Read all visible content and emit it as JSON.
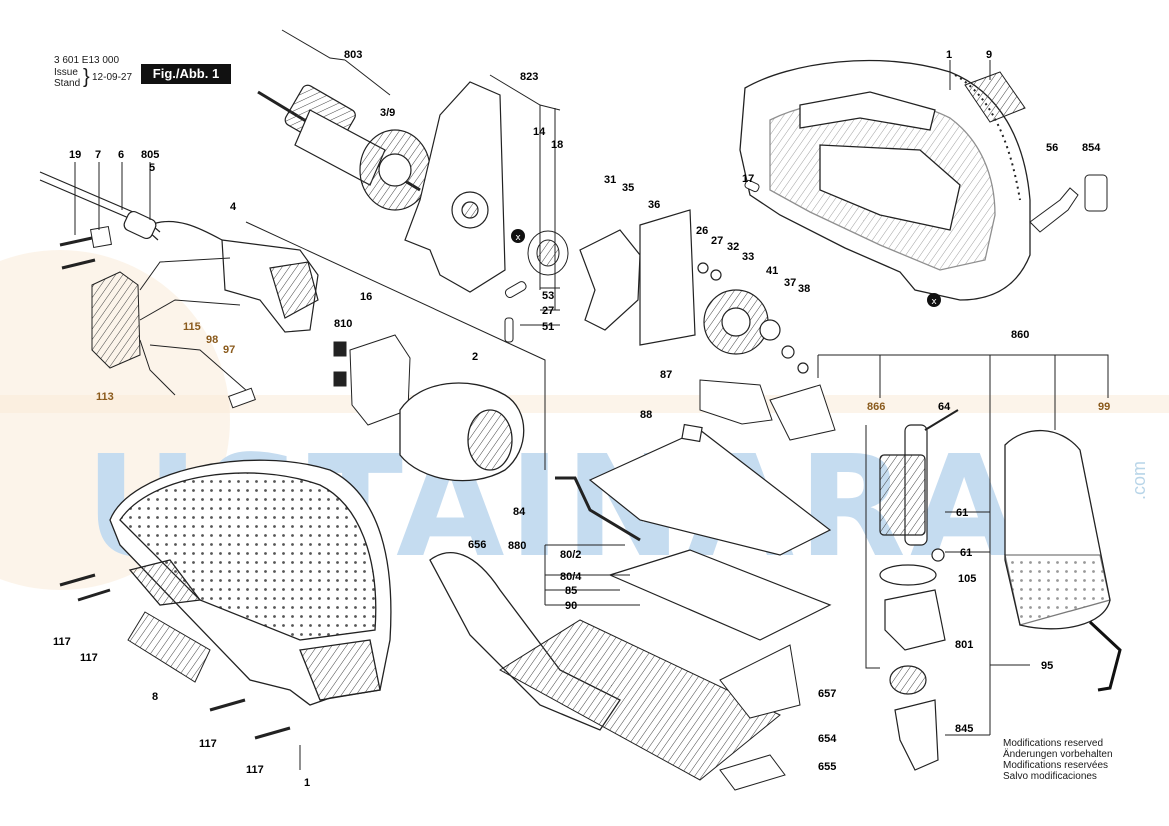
{
  "header": {
    "doc_number": "3 601 E13 000",
    "issue_label_en": "Issue",
    "issue_label_de": "Stand",
    "issue_date": "12-09-27",
    "figure_label": "Fig./Abb. 1"
  },
  "watermark": {
    "letters": "USTAINARA",
    "suffix": ".com",
    "color_blue": "#5b9bd5",
    "color_orange": "#f2c48a"
  },
  "part_labels": {
    "p1a": "1",
    "p9": "9",
    "p803": "803",
    "p3_9": "3/9",
    "p823": "823",
    "p14": "14",
    "p18": "18",
    "p19": "19",
    "p7": "7",
    "p6": "6",
    "p805": "805",
    "p5": "5",
    "p4": "4",
    "p115": "115",
    "p98": "98",
    "p97": "97",
    "p113": "113",
    "p53": "53",
    "p27a": "27",
    "p51": "51",
    "p16": "16",
    "p810": "810",
    "p2": "2",
    "p31": "31",
    "p35": "35",
    "p36": "36",
    "p26": "26",
    "p27b": "27",
    "p32": "32",
    "p33": "33",
    "p41": "41",
    "p37": "37",
    "p38": "38",
    "p17": "17",
    "p56": "56",
    "p854": "854",
    "p860": "860",
    "p87": "87",
    "p88": "88",
    "p866": "866",
    "p64": "64",
    "p99": "99",
    "p84": "84",
    "p880": "880",
    "p80_2": "80/2",
    "p80_4": "80/4",
    "p85": "85",
    "p90": "90",
    "p656": "656",
    "p61a": "61",
    "p61b": "61",
    "p105": "105",
    "p801": "801",
    "p95": "95",
    "p845": "845",
    "p657": "657",
    "p654": "654",
    "p655": "655",
    "p117a": "117",
    "p117b": "117",
    "p117c": "117",
    "p117d": "117",
    "p8": "8",
    "p1b": "1"
  },
  "modifications": [
    "Modifications reserved",
    "Änderungen vorbehalten",
    "Modifications reservées",
    "Salvo modificaciones"
  ]
}
